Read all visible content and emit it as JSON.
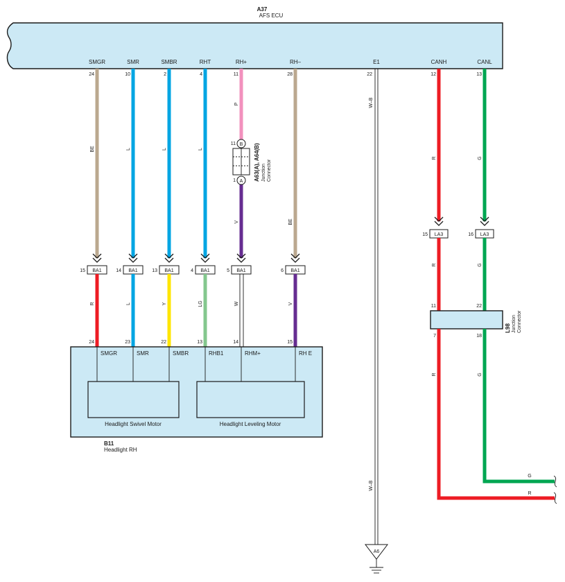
{
  "ecu": {
    "id": "A37",
    "name": "AFS ECU",
    "pins": [
      {
        "label": "SMGR",
        "num": "24"
      },
      {
        "label": "SMR",
        "num": "10"
      },
      {
        "label": "SMBR",
        "num": "2"
      },
      {
        "label": "RHT",
        "num": "4"
      },
      {
        "label": "RH+",
        "num": "11"
      },
      {
        "label": "RH–",
        "num": "28"
      },
      {
        "label": "E1",
        "num": "22"
      },
      {
        "label": "CANH",
        "num": "12"
      },
      {
        "label": "CANL",
        "num": "13"
      }
    ]
  },
  "wires_upper": {
    "smgr": "BE",
    "smr": "L",
    "smbr": "L",
    "rht": "L",
    "rhp_a": "P",
    "rhp_b": "V",
    "rhm": "BE",
    "e1": "W–B",
    "canh": "R",
    "canl": "G"
  },
  "junction_a": {
    "name": "A63(A), A64(B)",
    "type_line1": "Junction",
    "type_line2": "Connector",
    "pin_b": "B",
    "pin_a": "A",
    "num_top": "11",
    "num_bottom": "1"
  },
  "ba1": {
    "label": "BA1",
    "pins": [
      "15",
      "14",
      "13",
      "4",
      "5",
      "6"
    ]
  },
  "wires_lower": {
    "smgr": "R",
    "smr": "L",
    "smbr": "Y",
    "rht": "LG",
    "rhp": "W",
    "rhm": "V"
  },
  "headlight": {
    "id": "B11",
    "name": "Headlight RH",
    "pin_nums": [
      "24",
      "23",
      "22",
      "13",
      "14",
      "15"
    ],
    "pin_labels": [
      "SMGR",
      "SMR",
      "SMBR",
      "RHB1",
      "RHM+",
      "RH E"
    ],
    "motor_swivel": "Headlight Swivel Motor",
    "motor_leveling": "Headlight Leveling Motor"
  },
  "la3": {
    "label": "LA3",
    "pin_canh": "15",
    "pin_canl": "16",
    "wire_canh": "R",
    "wire_canl": "G"
  },
  "junction_l98": {
    "name": "L98",
    "type_line1": "Junction",
    "type_line2": "Connector",
    "num_tl": "11",
    "num_tr": "22",
    "num_bl": "7",
    "num_br": "18",
    "wire_canh": "R",
    "wire_canl": "G"
  },
  "exits": {
    "canl": "G",
    "canh": "R"
  },
  "ground": {
    "wire": "W–B",
    "label": "A6"
  },
  "colors": {
    "fill_light_blue": "#cce9f5",
    "beige": "#bba88f",
    "blue": "#00a5e3",
    "pink": "#f290bd",
    "purple": "#662d91",
    "red": "#ed1c24",
    "green": "#00a651",
    "yellow": "#ffe600",
    "light_green": "#84c78e"
  }
}
